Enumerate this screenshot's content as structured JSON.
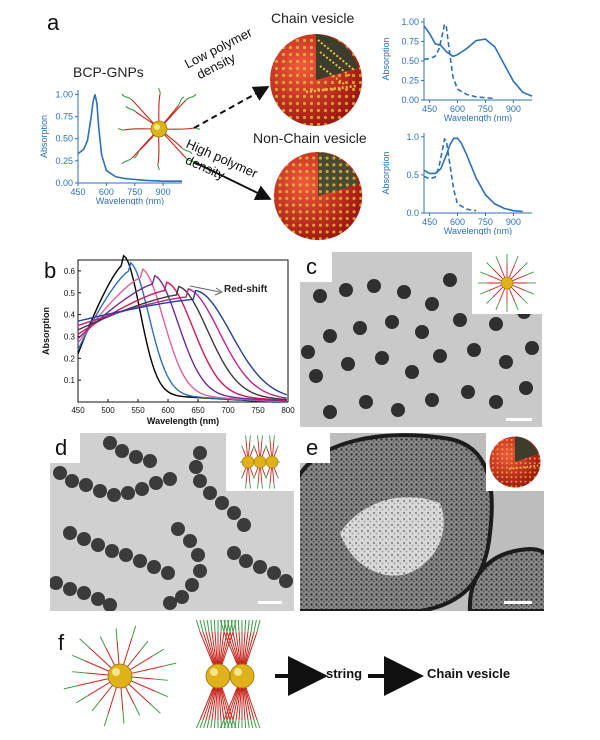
{
  "panels": {
    "a": {
      "label": "a",
      "bcp_title": "BCP-GNPs",
      "chain_title": "Chain vesicle",
      "nonchain_title": "Non-Chain vesicle",
      "arrow_low": [
        "Low polymer",
        "density"
      ],
      "arrow_high": [
        "High polymer",
        "density"
      ]
    },
    "b": {
      "label": "b",
      "annotation": "Red-shift"
    },
    "c": {
      "label": "c"
    },
    "d": {
      "label": "d"
    },
    "e": {
      "label": "e"
    },
    "f": {
      "label": "f",
      "string_label": "string",
      "vesicle_label": "Chain vesicle"
    }
  },
  "colors": {
    "blue": "#2d6fb7",
    "red": "#c6251b",
    "gold": "#e0b21a",
    "green": "#3f9a45"
  },
  "chart_data": [
    {
      "id": "a-bcp",
      "type": "line",
      "title": "",
      "xlabel": "Wavelength (nm)",
      "ylabel": "Absorption",
      "xlim": [
        450,
        1000
      ],
      "ylim": [
        0,
        1.05
      ],
      "xticks": [
        450,
        600,
        750,
        900
      ],
      "yticks": [
        "0.00",
        "0.25",
        "0.50",
        "0.75",
        "1.00"
      ],
      "series": [
        {
          "style": "solid",
          "x": [
            450,
            480,
            500,
            520,
            530,
            540,
            550,
            560,
            575,
            600,
            650,
            700,
            800,
            900,
            1000
          ],
          "y": [
            0.33,
            0.38,
            0.48,
            0.75,
            0.92,
            1.0,
            0.9,
            0.62,
            0.32,
            0.14,
            0.07,
            0.05,
            0.03,
            0.02,
            0.02
          ]
        }
      ]
    },
    {
      "id": "a-chain",
      "type": "line",
      "title": "",
      "xlabel": "Wavelength (nm)",
      "ylabel": "Absorption",
      "xlim": [
        420,
        1000
      ],
      "ylim": [
        0,
        1.05
      ],
      "xticks": [
        450,
        600,
        750,
        900
      ],
      "yticks": [
        "0.00",
        "0.25",
        "0.50",
        "0.75",
        "1.00"
      ],
      "series": [
        {
          "style": "solid",
          "x": [
            420,
            450,
            480,
            510,
            540,
            575,
            600,
            650,
            700,
            750,
            800,
            850,
            900,
            950,
            1000
          ],
          "y": [
            0.95,
            0.85,
            0.72,
            0.7,
            0.62,
            0.56,
            0.58,
            0.66,
            0.76,
            0.78,
            0.68,
            0.46,
            0.24,
            0.1,
            0.05
          ]
        },
        {
          "style": "dashed",
          "x": [
            420,
            450,
            480,
            500,
            520,
            530,
            540,
            555,
            575,
            600,
            650,
            700,
            750,
            800
          ],
          "y": [
            0.52,
            0.53,
            0.56,
            0.65,
            0.85,
            0.97,
            0.94,
            0.66,
            0.3,
            0.14,
            0.07,
            0.04,
            0.03,
            0.02
          ]
        }
      ]
    },
    {
      "id": "a-nonchain",
      "type": "line",
      "title": "",
      "xlabel": "Wavelength (nm)",
      "ylabel": "Absorption",
      "xlim": [
        420,
        1000
      ],
      "ylim": [
        0,
        1.05
      ],
      "xticks": [
        450,
        600,
        750,
        900
      ],
      "yticks": [
        "0.0",
        "0.5",
        "1.0"
      ],
      "series": [
        {
          "style": "solid",
          "x": [
            420,
            450,
            480,
            510,
            540,
            560,
            580,
            600,
            620,
            650,
            700,
            750,
            800,
            850,
            900,
            950
          ],
          "y": [
            0.56,
            0.52,
            0.52,
            0.58,
            0.76,
            0.9,
            0.98,
            0.98,
            0.92,
            0.76,
            0.46,
            0.24,
            0.12,
            0.06,
            0.03,
            0.02
          ]
        },
        {
          "style": "dashed",
          "x": [
            420,
            450,
            480,
            500,
            520,
            530,
            540,
            560,
            580,
            600,
            650,
            700
          ],
          "y": [
            0.48,
            0.45,
            0.47,
            0.6,
            0.84,
            0.97,
            0.95,
            0.62,
            0.3,
            0.12,
            0.05,
            0.03
          ]
        }
      ]
    },
    {
      "id": "b",
      "type": "line",
      "title": "",
      "xlabel": "Wavelength (nm)",
      "ylabel": "Absorption",
      "xlim": [
        450,
        800
      ],
      "ylim": [
        0.0,
        0.65
      ],
      "xticks": [
        450,
        500,
        550,
        600,
        650,
        700,
        750,
        800
      ],
      "yticks": [
        0.1,
        0.2,
        0.3,
        0.4,
        0.5,
        0.6
      ],
      "series": [
        {
          "color": "#000000",
          "peak": 525,
          "amp": 0.63,
          "base": 0.22
        },
        {
          "color": "#2d6fb7",
          "peak": 535,
          "amp": 0.6,
          "base": 0.24
        },
        {
          "color": "#e0609a",
          "peak": 555,
          "amp": 0.57,
          "base": 0.27
        },
        {
          "color": "#6a2b9a",
          "peak": 575,
          "amp": 0.54,
          "base": 0.29
        },
        {
          "color": "#d4145a",
          "peak": 595,
          "amp": 0.51,
          "base": 0.31
        },
        {
          "color": "#3a3a3a",
          "peak": 615,
          "amp": 0.49,
          "base": 0.33
        },
        {
          "color": "#c0238a",
          "peak": 630,
          "amp": 0.48,
          "base": 0.35
        },
        {
          "color": "#1f3f9a",
          "peak": 645,
          "amp": 0.47,
          "base": 0.37
        }
      ]
    }
  ]
}
